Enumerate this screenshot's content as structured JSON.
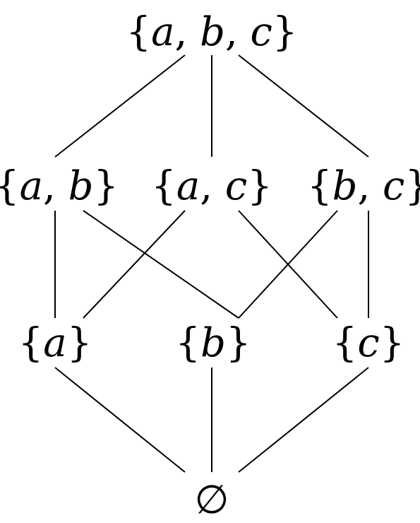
{
  "diagram": {
    "type": "hasse-diagram",
    "colors": {
      "line": "#000000",
      "text": "#000000",
      "background": "#ffffff"
    },
    "nodes": [
      {
        "id": "abc",
        "label": "{a, b, c}",
        "parts": [
          "{",
          "a",
          ", ",
          "b",
          ", ",
          "c",
          "}"
        ]
      },
      {
        "id": "ab",
        "label": "{a, b}",
        "parts": [
          "{",
          "a",
          ", ",
          "b",
          "}"
        ]
      },
      {
        "id": "ac",
        "label": "{a, c}",
        "parts": [
          "{",
          "a",
          ", ",
          "c",
          "}"
        ]
      },
      {
        "id": "bc",
        "label": "{b, c}",
        "parts": [
          "{",
          "b",
          ", ",
          "c",
          "}"
        ]
      },
      {
        "id": "a",
        "label": "{a}",
        "parts": [
          "{",
          "a",
          "}"
        ]
      },
      {
        "id": "b",
        "label": "{b}",
        "parts": [
          "{",
          "b",
          "}"
        ]
      },
      {
        "id": "c",
        "label": "{c}",
        "parts": [
          "{",
          "c",
          "}"
        ]
      },
      {
        "id": "empty",
        "label": "∅",
        "parts": [
          "∅"
        ]
      }
    ],
    "edges": [
      [
        "abc",
        "ab"
      ],
      [
        "abc",
        "ac"
      ],
      [
        "abc",
        "bc"
      ],
      [
        "ab",
        "a"
      ],
      [
        "ab",
        "b"
      ],
      [
        "ac",
        "a"
      ],
      [
        "ac",
        "c"
      ],
      [
        "bc",
        "b"
      ],
      [
        "bc",
        "c"
      ],
      [
        "a",
        "empty"
      ],
      [
        "b",
        "empty"
      ],
      [
        "c",
        "empty"
      ]
    ]
  }
}
